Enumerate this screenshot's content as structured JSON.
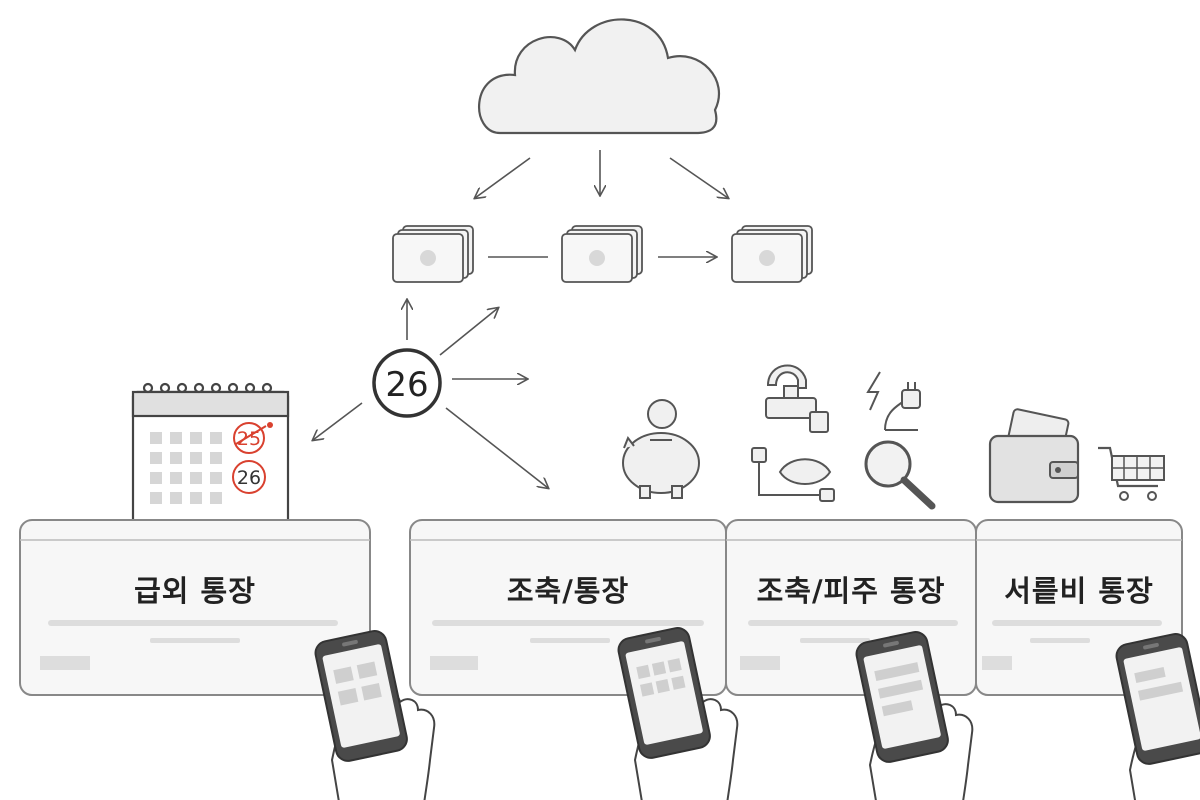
{
  "center_badge": {
    "label": "26"
  },
  "calendar": {
    "old_date": "25",
    "new_date": "26",
    "accent_color": "#d9412f"
  },
  "accounts": [
    {
      "label": "급외 통장"
    },
    {
      "label": "조축/통장"
    },
    {
      "label": "조축/피주 통장"
    },
    {
      "label": "서릍비 통장"
    }
  ],
  "icons": [
    "cloud-icon",
    "cash-stack-icon",
    "calendar-icon",
    "piggy-bank-icon",
    "faucet-icon",
    "power-plug-icon",
    "magnifier-icon",
    "wallet-icon",
    "shopping-cart-icon",
    "smartphone-icon",
    "hand-icon"
  ],
  "colors": {
    "line": "#555555",
    "fill": "#f0f0f0",
    "panel": "#f7f7f7",
    "accent": "#d9412f"
  }
}
